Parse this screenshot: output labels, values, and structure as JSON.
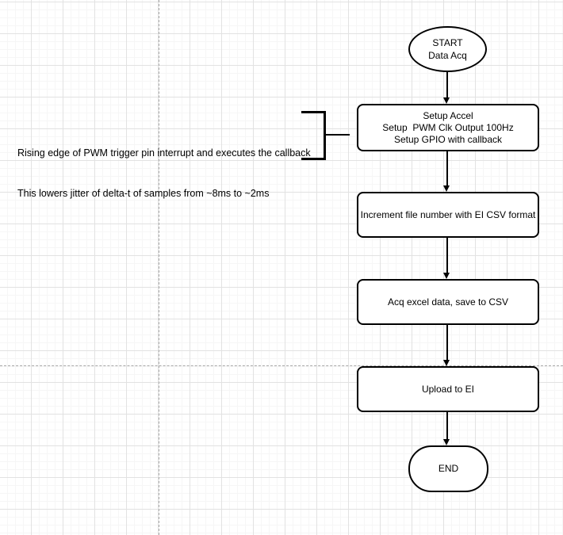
{
  "canvas": {
    "background_color": "#ffffff",
    "grid_minor_color": "#f6f6f6",
    "grid_major_color": "#e2e2e2",
    "page_break_color": "#a8a8a8",
    "shape_stroke_color": "#000000",
    "shape_fill_color": "#ffffff"
  },
  "flowchart": {
    "start": {
      "lines": [
        "START",
        "Data Acq"
      ]
    },
    "steps": [
      {
        "lines": [
          "Setup Accel",
          "Setup  PWM Clk Output 100Hz",
          "Setup GPIO with callback"
        ]
      },
      {
        "lines": [
          "Increment file number with EI CSV format"
        ]
      },
      {
        "lines": [
          "Acq excel data, save to CSV"
        ]
      },
      {
        "lines": [
          "Upload to EI"
        ]
      }
    ],
    "end": {
      "label": "END"
    }
  },
  "annotation": {
    "lines": [
      "Rising edge of PWM trigger pin interrupt and executes the callback",
      "This lowers jitter of delta-t of samples from ~8ms to ~2ms"
    ]
  }
}
